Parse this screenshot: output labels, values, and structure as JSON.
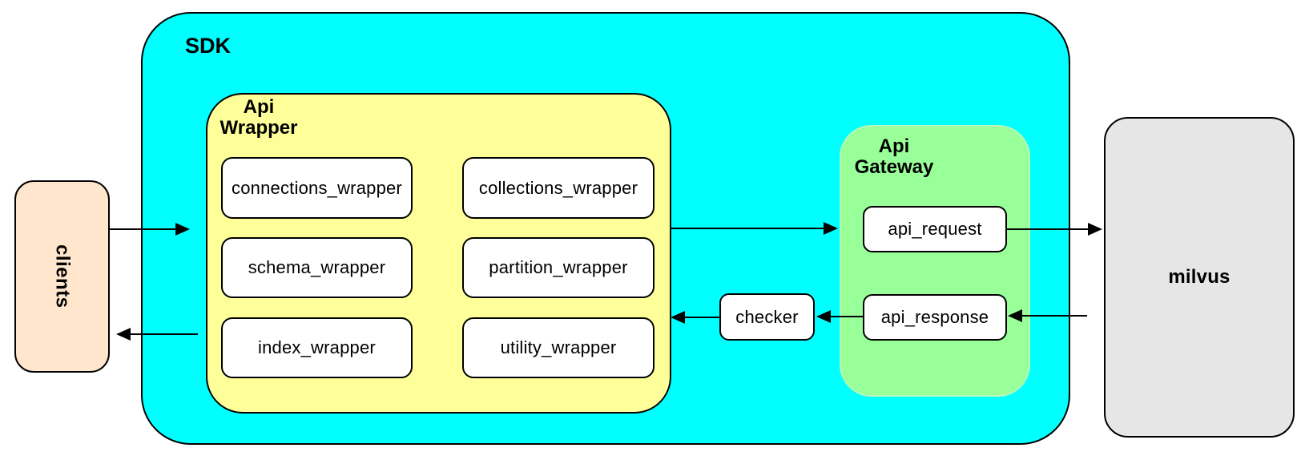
{
  "colors": {
    "cyan": "#00FFFF",
    "yellow": "#FFFF99",
    "green": "#99FF99",
    "green_edge": "#b8f7b8",
    "peach": "#FFE6CC",
    "gray": "#E6E6E6",
    "node_bg": "#FFFFFF",
    "stroke": "#000000"
  },
  "clients": {
    "label": "clients"
  },
  "sdk": {
    "label": "SDK"
  },
  "api_wrapper": {
    "label": "Api\nWrapper",
    "boxes": [
      "connections_wrapper",
      "collections_wrapper",
      "schema_wrapper",
      "partition_wrapper",
      "index_wrapper",
      "utility_wrapper"
    ]
  },
  "api_gateway": {
    "label": "Api\nGateway",
    "request_label": "api_request",
    "response_label": "api_response"
  },
  "checker": {
    "label": "checker"
  },
  "milvus": {
    "label": "milvus"
  }
}
